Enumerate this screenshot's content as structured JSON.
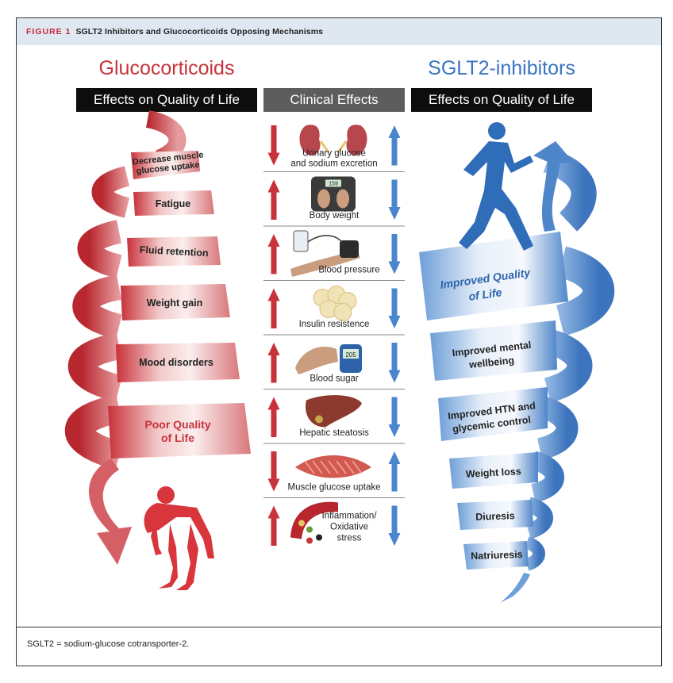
{
  "figure": {
    "label": "FIGURE 1",
    "title": "SGLT2 Inhibitors and Glucocorticoids Opposing Mechanisms"
  },
  "left": {
    "title": "Glucocorticoids",
    "subtitle": "Effects on Quality of Life",
    "spiral_items": [
      [
        "Decrease muscle",
        "glucose uptake"
      ],
      [
        "Fatigue"
      ],
      [
        "Fluid retention"
      ],
      [
        "Weight gain"
      ],
      [
        "Mood disorders"
      ],
      [
        "Poor Quality",
        "of Life"
      ]
    ]
  },
  "center": {
    "title": "Clinical Effects",
    "rows": [
      {
        "label": [
          "Urinary glucose",
          "and sodium excretion"
        ],
        "glucocorticoids": "down",
        "sglt2": "up",
        "icon": "kidney-icon"
      },
      {
        "label": [
          "Body weight"
        ],
        "glucocorticoids": "up",
        "sglt2": "down",
        "icon": "scale-icon"
      },
      {
        "label": [
          "Blood pressure"
        ],
        "glucocorticoids": "up",
        "sglt2": "down",
        "icon": "blood-pressure-cuff-icon"
      },
      {
        "label": [
          "Insulin resistence"
        ],
        "glucocorticoids": "up",
        "sglt2": "down",
        "icon": "fat-cells-icon"
      },
      {
        "label": [
          "Blood sugar"
        ],
        "glucocorticoids": "up",
        "sglt2": "down",
        "icon": "glucometer-icon"
      },
      {
        "label": [
          "Hepatic steatosis"
        ],
        "glucocorticoids": "up",
        "sglt2": "down",
        "icon": "liver-icon"
      },
      {
        "label": [
          "Muscle glucose uptake"
        ],
        "glucocorticoids": "down",
        "sglt2": "up",
        "icon": "muscle-icon"
      },
      {
        "label": [
          "Inflammation/",
          "Oxidative",
          "stress"
        ],
        "glucocorticoids": "up",
        "sglt2": "down",
        "icon": "blood-vessel-icon"
      }
    ],
    "glucometer_reading": "205",
    "scale_reading": "159"
  },
  "right": {
    "title": "SGLT2-inhibitors",
    "subtitle": "Effects on Quality of Life",
    "spiral_items": [
      [
        "Improved Quality",
        "of Life"
      ],
      [
        "Improved mental",
        "wellbeing"
      ],
      [
        "Improved HTN and",
        "glycemic control"
      ],
      [
        "Weight loss"
      ],
      [
        "Diuresis"
      ],
      [
        "Natriuresis"
      ]
    ]
  },
  "colors": {
    "red": "#c8323a",
    "red_light": "#f4d6d6",
    "blue": "#3a74c0",
    "blue_light": "#d8e6f6",
    "arrow_red": "#c8323a",
    "arrow_blue": "#4a86cc"
  },
  "footnote": "SGLT2 = sodium-glucose cotransporter-2."
}
